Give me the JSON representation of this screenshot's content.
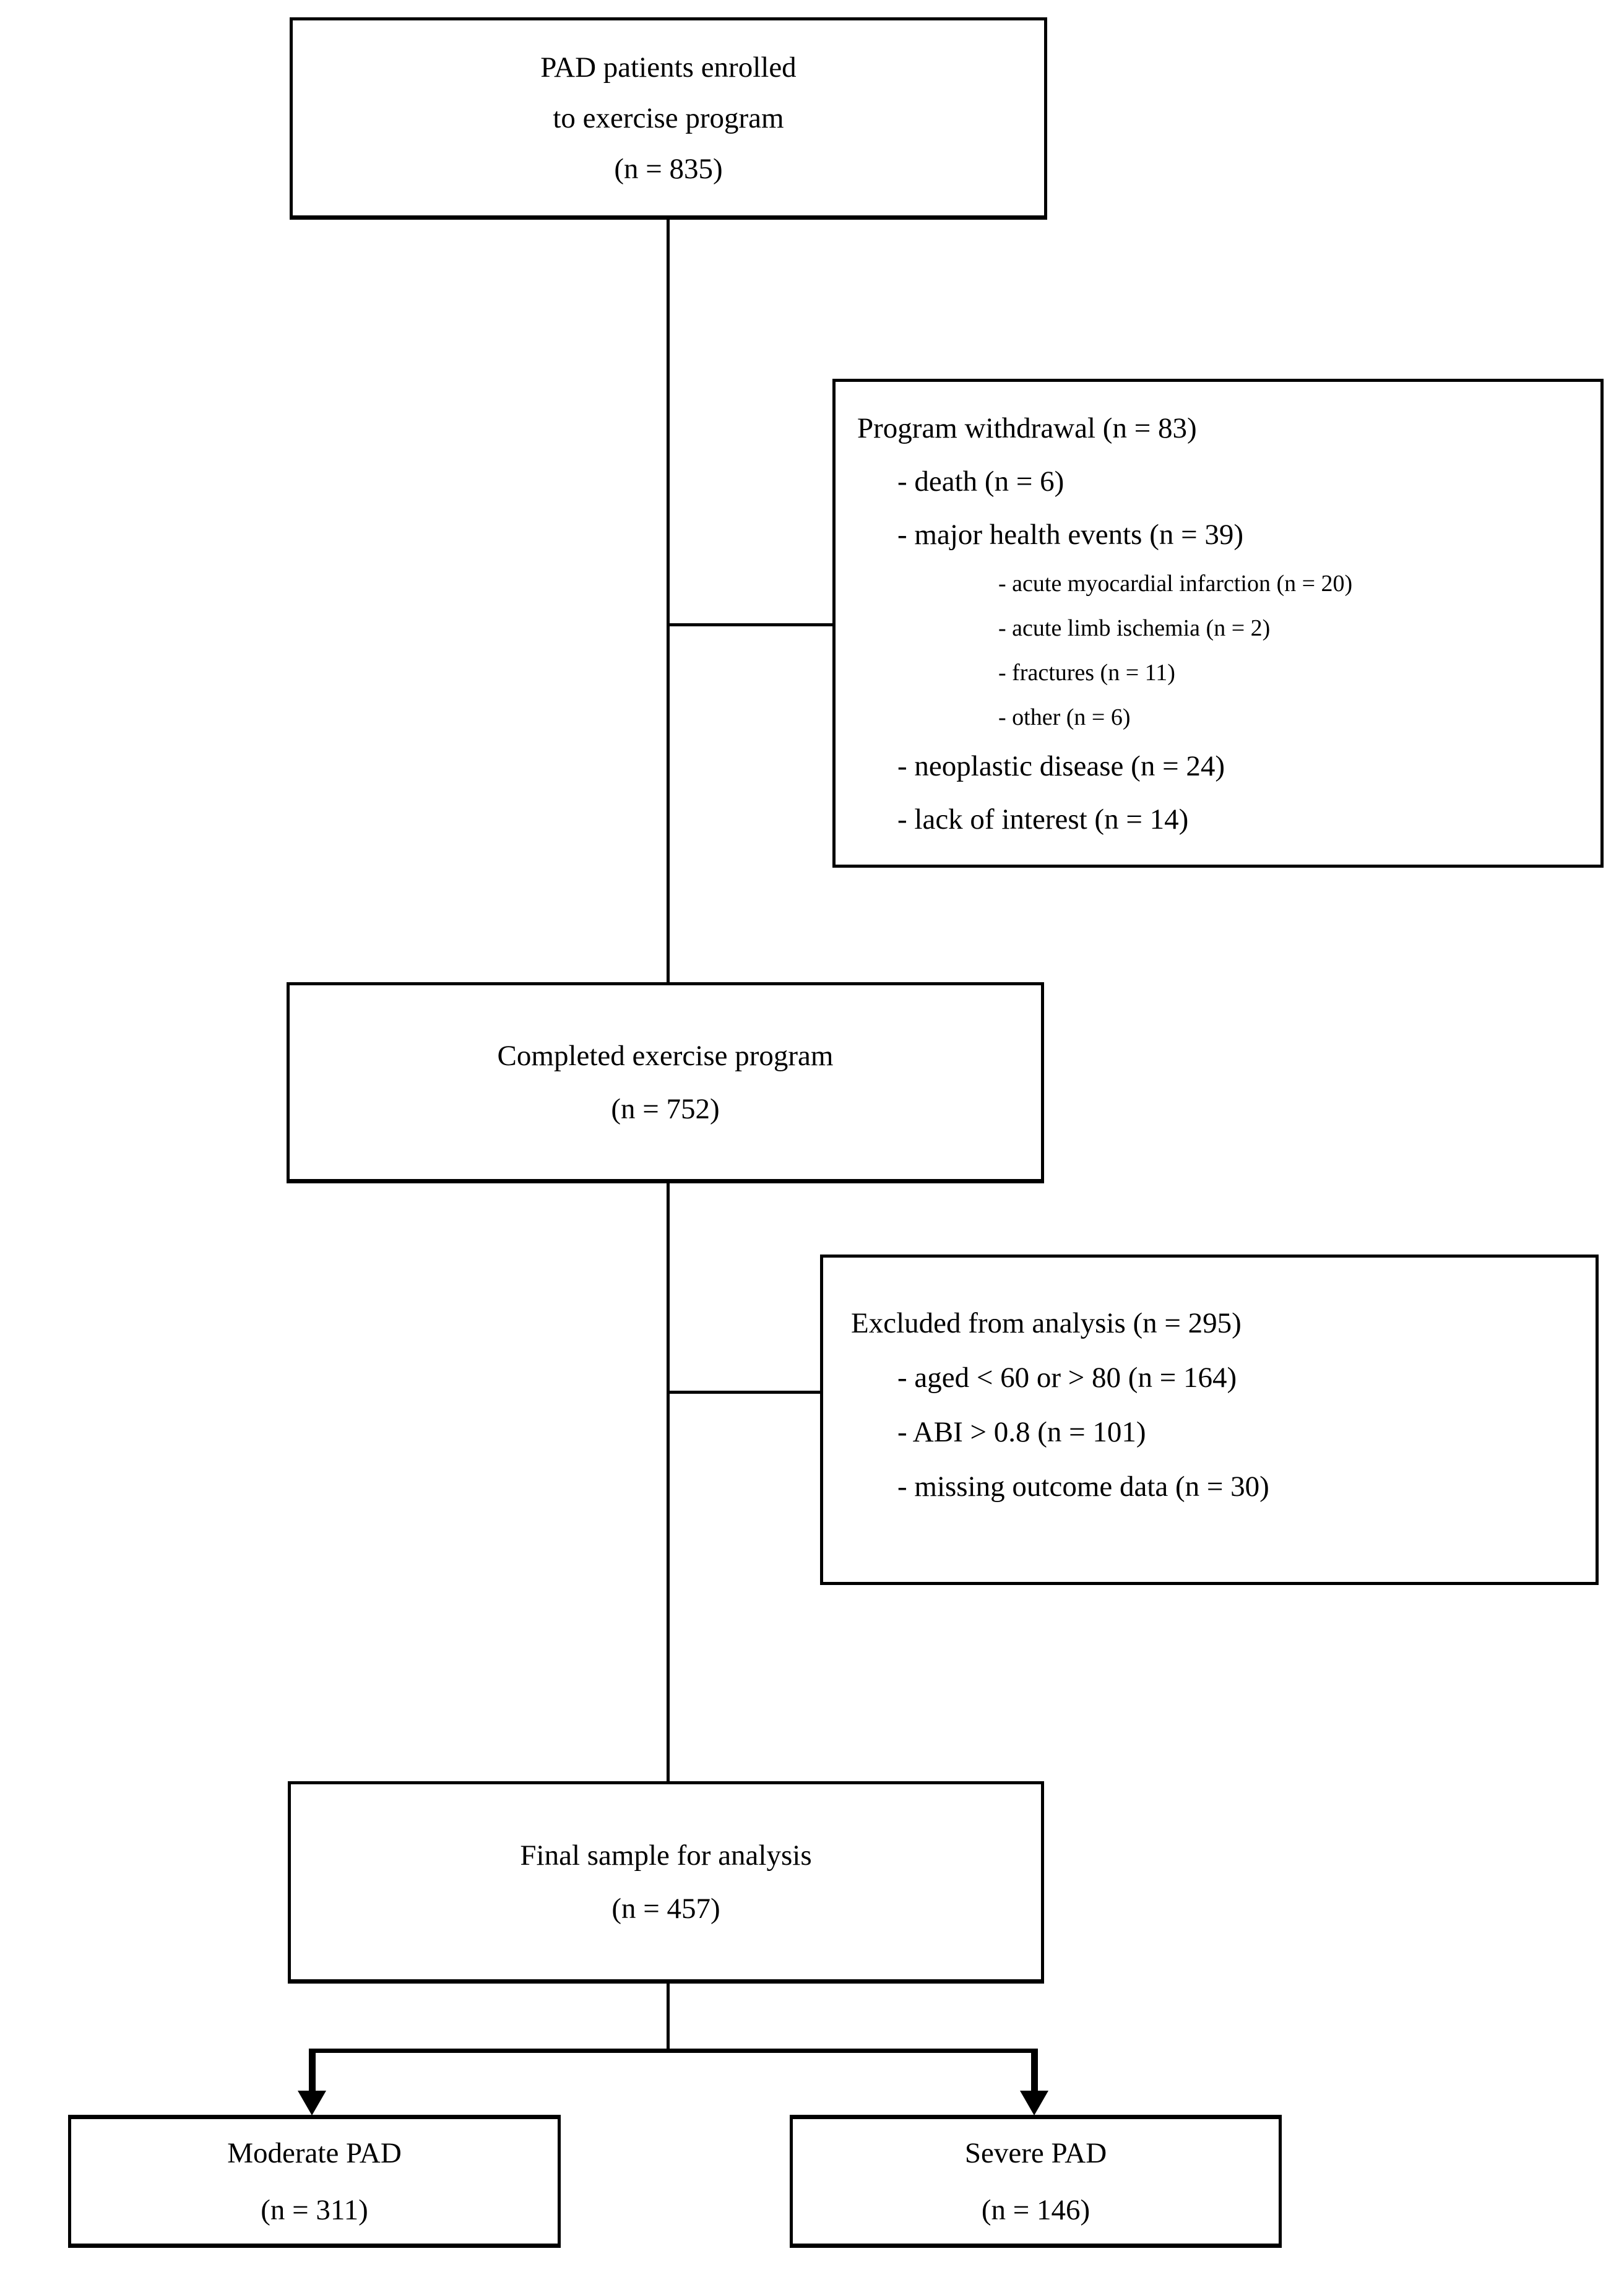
{
  "flowchart": {
    "enrolled": {
      "lines": [
        "PAD patients enrolled",
        "to exercise program",
        "(n = 835)"
      ]
    },
    "withdrawal": {
      "title": "Program withdrawal (n = 83)",
      "items": [
        {
          "text": "- death (n = 6)",
          "level": 1
        },
        {
          "text": "- major health events (n = 39)",
          "level": 1
        },
        {
          "text": "- acute myocardial infarction (n = 20)",
          "level": 2
        },
        {
          "text": "- acute limb ischemia (n = 2)",
          "level": 2
        },
        {
          "text": "- fractures (n = 11)",
          "level": 2
        },
        {
          "text": "- other (n = 6)",
          "level": 2
        },
        {
          "text": "- neoplastic disease (n = 24)",
          "level": 1
        },
        {
          "text": "- lack of interest (n = 14)",
          "level": 1
        }
      ]
    },
    "completed": {
      "lines": [
        "Completed exercise program",
        "(n = 752)"
      ]
    },
    "excluded": {
      "title": "Excluded from analysis (n = 295)",
      "items": [
        {
          "text": "- aged < 60 or > 80 (n = 164)",
          "level": 1
        },
        {
          "text": "- ABI > 0.8 (n = 101)",
          "level": 1
        },
        {
          "text": "- missing outcome data (n = 30)",
          "level": 1
        }
      ]
    },
    "final": {
      "lines": [
        "Final sample for analysis",
        "(n = 457)"
      ]
    },
    "moderate": {
      "lines": [
        "Moderate PAD",
        "(n = 311)"
      ]
    },
    "severe": {
      "lines": [
        "Severe PAD",
        "(n = 146)"
      ]
    }
  },
  "colors": {
    "line_color": "#000000",
    "text_color": "#000000",
    "background": "#ffffff"
  }
}
